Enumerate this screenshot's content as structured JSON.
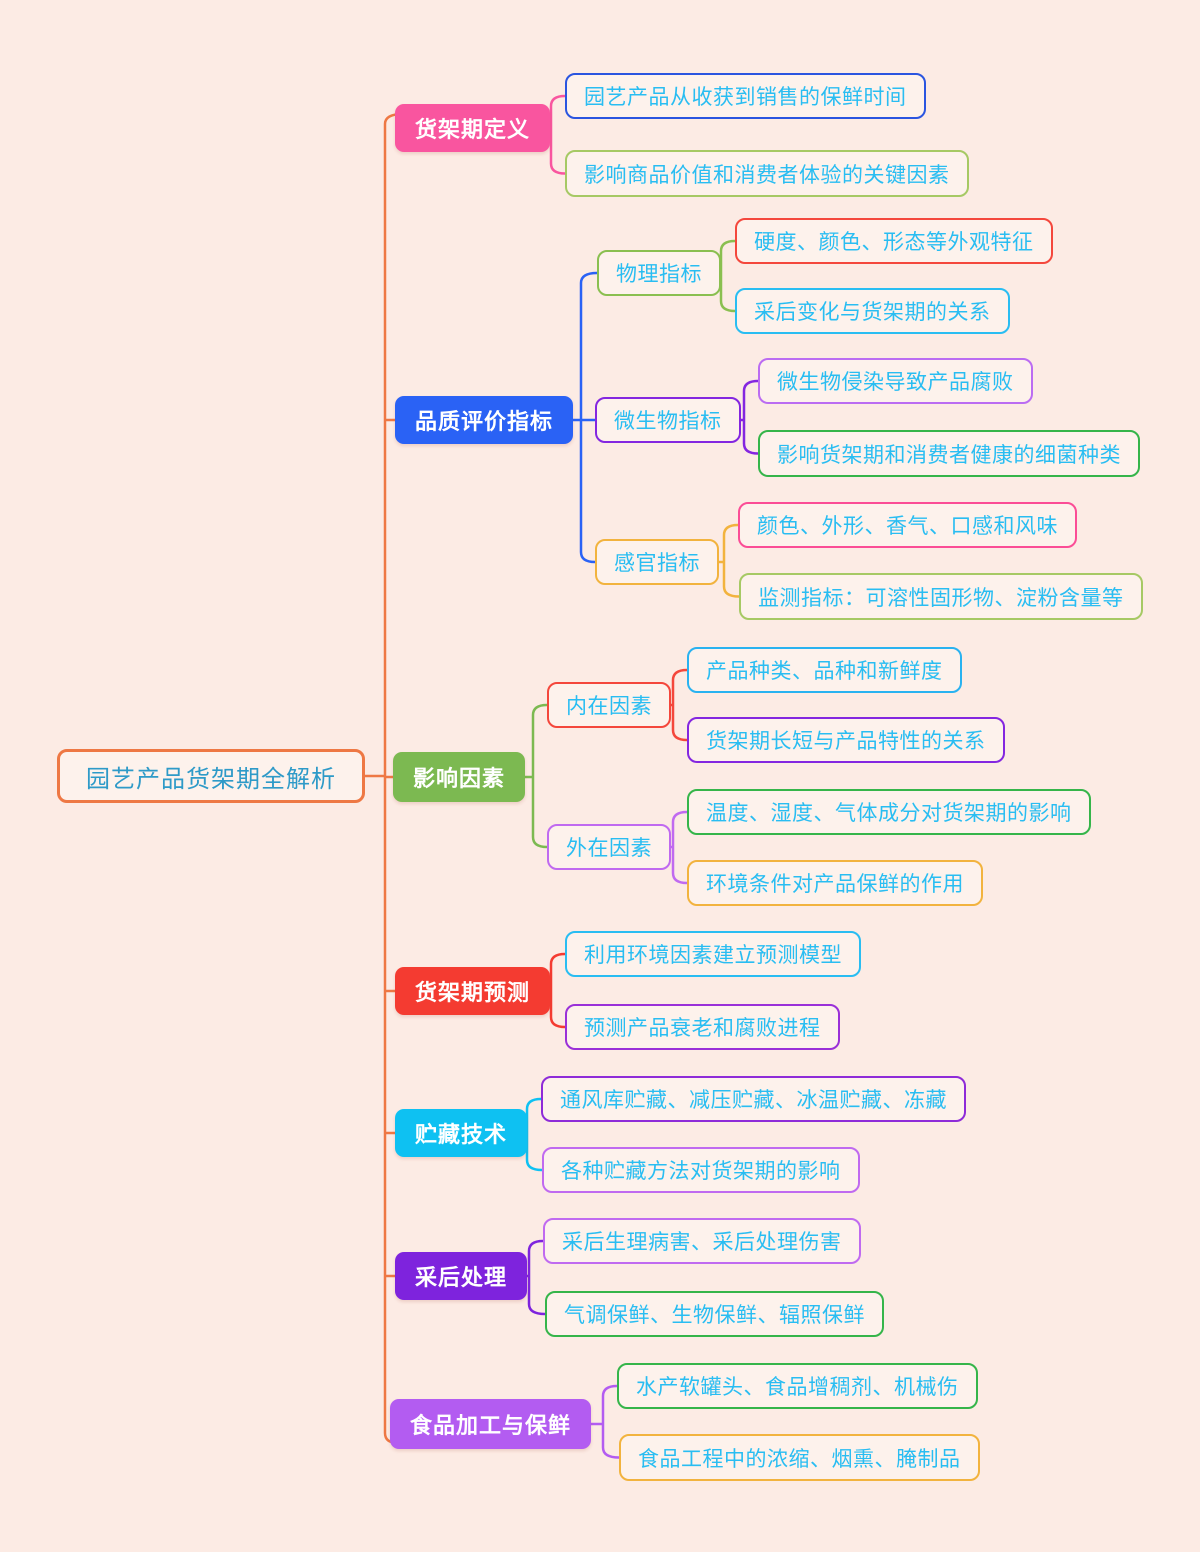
{
  "page": {
    "background": "#fcebe4"
  },
  "colors": {
    "spine": "#ee7844",
    "leaf_text": "#29bdf2",
    "node_fill": "#fdf2ec",
    "branch_text": "#ffffff"
  },
  "root": {
    "label": "园艺产品货架期全解析",
    "border": "#ee7844",
    "text_color": "#2e9ac8"
  },
  "branches": [
    {
      "id": "b1",
      "label": "货架期定义",
      "color": "#f9559f",
      "children": [
        {
          "id": "b1c1",
          "label": "园艺产品从收获到销售的保鲜时间",
          "border": "#2a55e0"
        },
        {
          "id": "b1c2",
          "label": "影响商品价值和消费者体验的关键因素",
          "border": "#a6c964"
        }
      ]
    },
    {
      "id": "b2",
      "label": "品质评价指标",
      "color": "#2a62f5",
      "children": [
        {
          "id": "b2c1",
          "label": "物理指标",
          "border": "#8abf50",
          "children": [
            {
              "id": "b2c1a",
              "label": "硬度、颜色、形态等外观特征",
              "border": "#f4473c"
            },
            {
              "id": "b2c1b",
              "label": "采后变化与货架期的关系",
              "border": "#29bdf2"
            }
          ]
        },
        {
          "id": "b2c2",
          "label": "微生物指标",
          "border": "#8426e0",
          "children": [
            {
              "id": "b2c2a",
              "label": "微生物侵染导致产品腐败",
              "border": "#bb6cf2"
            },
            {
              "id": "b2c2b",
              "label": "影响货架期和消费者健康的细菌种类",
              "border": "#35b54a"
            }
          ]
        },
        {
          "id": "b2c3",
          "label": "感官指标",
          "border": "#f2b33e",
          "children": [
            {
              "id": "b2c3a",
              "label": "颜色、外形、香气、口感和风味",
              "border": "#fb4d96"
            },
            {
              "id": "b2c3b",
              "label": "监测指标：可溶性固形物、淀粉含量等",
              "border": "#a6c964"
            }
          ]
        }
      ]
    },
    {
      "id": "b3",
      "label": "影响因素",
      "color": "#7cb951",
      "children": [
        {
          "id": "b3c1",
          "label": "内在因素",
          "border": "#f4473c",
          "children": [
            {
              "id": "b3c1a",
              "label": "产品种类、品种和新鲜度",
              "border": "#29b2f0"
            },
            {
              "id": "b3c1b",
              "label": "货架期长短与产品特性的关系",
              "border": "#8426e0"
            }
          ]
        },
        {
          "id": "b3c2",
          "label": "外在因素",
          "border": "#c06af0",
          "children": [
            {
              "id": "b3c2a",
              "label": "温度、湿度、气体成分对货架期的影响",
              "border": "#35b54a"
            },
            {
              "id": "b3c2b",
              "label": "环境条件对产品保鲜的作用",
              "border": "#f2b33e"
            }
          ]
        }
      ]
    },
    {
      "id": "b4",
      "label": "货架期预测",
      "color": "#f43b31",
      "children": [
        {
          "id": "b4c1",
          "label": "利用环境因素建立预测模型",
          "border": "#29bdf2"
        },
        {
          "id": "b4c2",
          "label": "预测产品衰老和腐败进程",
          "border": "#9a30d8"
        }
      ]
    },
    {
      "id": "b5",
      "label": "贮藏技术",
      "color": "#0ec1f2",
      "children": [
        {
          "id": "b5c1",
          "label": "通风库贮藏、减压贮藏、冰温贮藏、冻藏",
          "border": "#8e2bd8"
        },
        {
          "id": "b5c2",
          "label": "各种贮藏方法对货架期的影响",
          "border": "#c06af0"
        }
      ]
    },
    {
      "id": "b6",
      "label": "采后处理",
      "color": "#7e23dd",
      "children": [
        {
          "id": "b6c1",
          "label": "采后生理病害、采后处理伤害",
          "border": "#c06af0"
        },
        {
          "id": "b6c2",
          "label": "气调保鲜、生物保鲜、辐照保鲜",
          "border": "#35b54a"
        }
      ]
    },
    {
      "id": "b7",
      "label": "食品加工与保鲜",
      "color": "#b35cf1",
      "children": [
        {
          "id": "b7c1",
          "label": "水产软罐头、食品增稠剂、机械伤",
          "border": "#35b54a"
        },
        {
          "id": "b7c2",
          "label": "食品工程中的浓缩、烟熏、腌制品",
          "border": "#f2b33e"
        }
      ]
    }
  ]
}
